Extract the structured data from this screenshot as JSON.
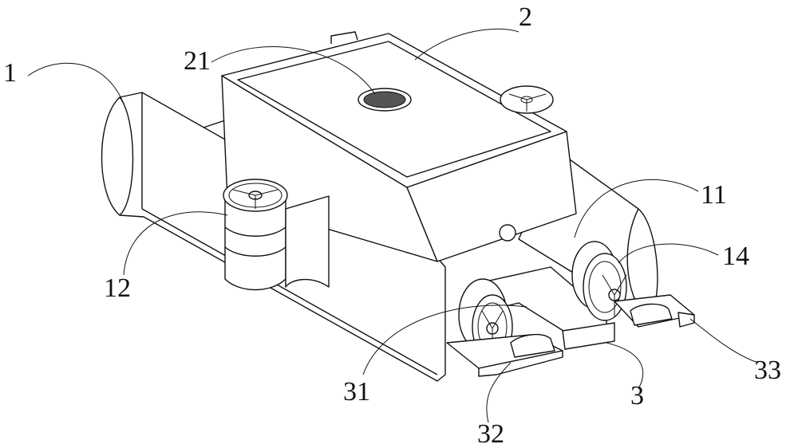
{
  "labels": {
    "pontoon": "1",
    "box": "2",
    "top_opening": "21",
    "box_bottom": "11",
    "wheel": "14",
    "side_propeller": "12",
    "front_member": "31",
    "left_runner": "32",
    "front_assembly": "3",
    "right_runner": "33"
  },
  "colors": {
    "line": "#111111",
    "background": "#ffffff"
  }
}
